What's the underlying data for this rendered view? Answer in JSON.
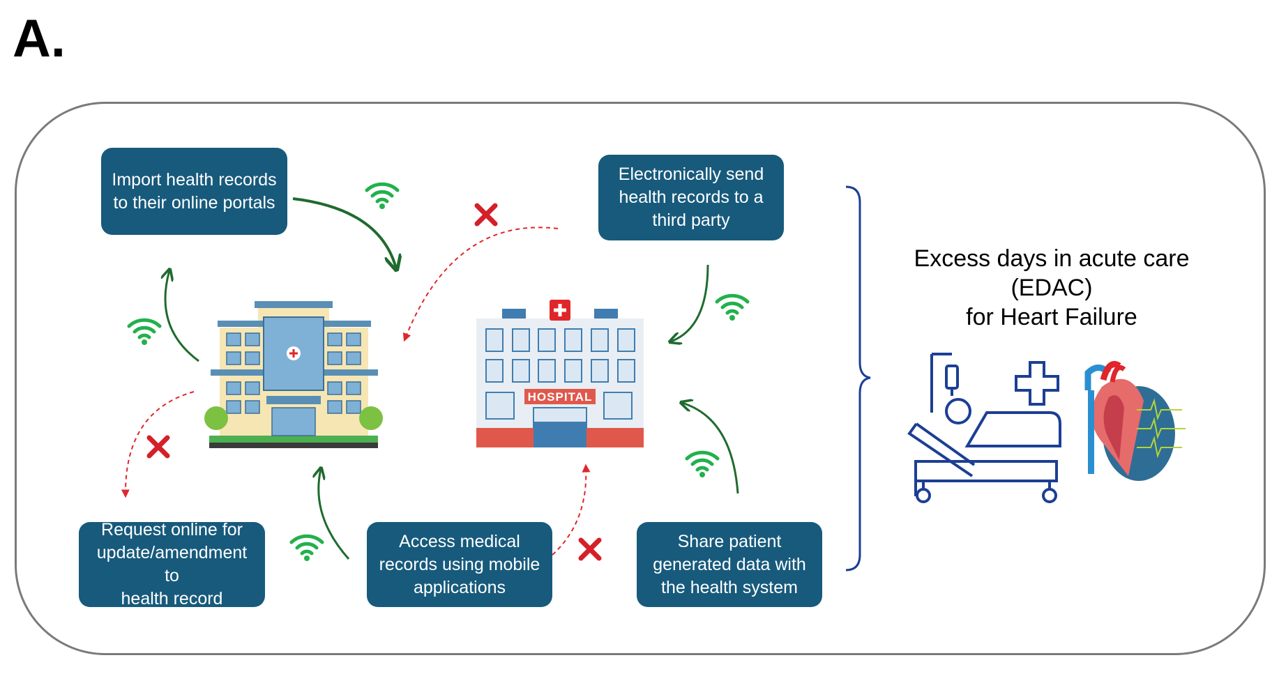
{
  "panel_label": "A.",
  "actions": {
    "import": "Import health records\nto their online portals",
    "send": "Electronically send\nhealth records to a\nthird party",
    "request": "Request online for\nupdate/amendment to\nhealth record",
    "access": "Access medical\nrecords using mobile\napplications",
    "share": "Share patient\ngenerated data with\nthe health system"
  },
  "hospital_sign": "HOSPITAL",
  "outcome": "Excess days in acute care (EDAC)\nfor Heart Failure",
  "colors": {
    "box": "#175a7c",
    "green_arrow": "#1f6b2e",
    "red_arrow": "#e0262b",
    "wifi": "#22b14c",
    "frame": "#7a7a7a",
    "icon_blue": "#1c3f94"
  },
  "icons": [
    "wifi-icon",
    "red-x-icon",
    "hospital-building-icon",
    "hospital-icon",
    "patient-bed-icon",
    "medical-cross-icon",
    "heart-icon"
  ]
}
